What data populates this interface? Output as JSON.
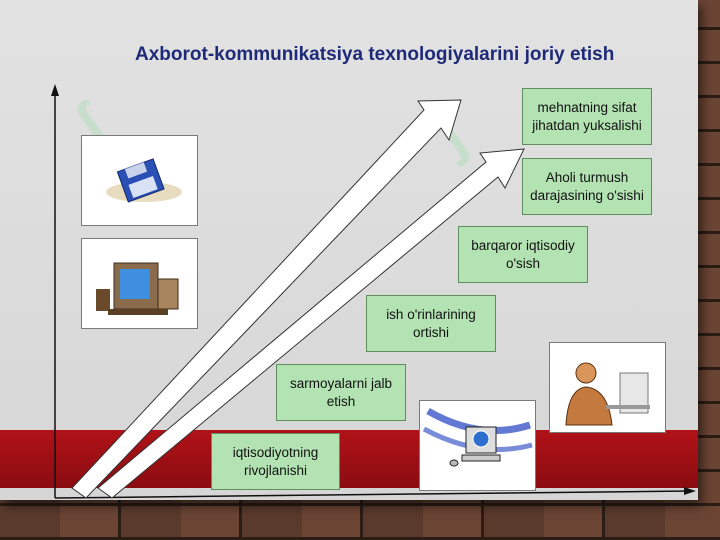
{
  "title": "Axborot-kommunikatsiya texnologiyalarini joriy etish",
  "steps": [
    {
      "text": "iqtisodiyotning rivojlanishi"
    },
    {
      "text": "sarmoyalarni jalb etish"
    },
    {
      "text": "ish o'rinlarining ortishi"
    },
    {
      "text": "barqaror iqtisodiy o'sish"
    },
    {
      "text": "Aholi turmush darajasining o'sishi"
    },
    {
      "text": "mehnatning sifat jihatdan yuksalishi"
    }
  ],
  "pictures": [
    "floppy-disk-icon",
    "computer-icon",
    "network-computer-icon",
    "office-worker-icon"
  ],
  "colors": {
    "title": "#1e2a78",
    "box_fill": "#b3e3b3",
    "band": "#b01218"
  }
}
